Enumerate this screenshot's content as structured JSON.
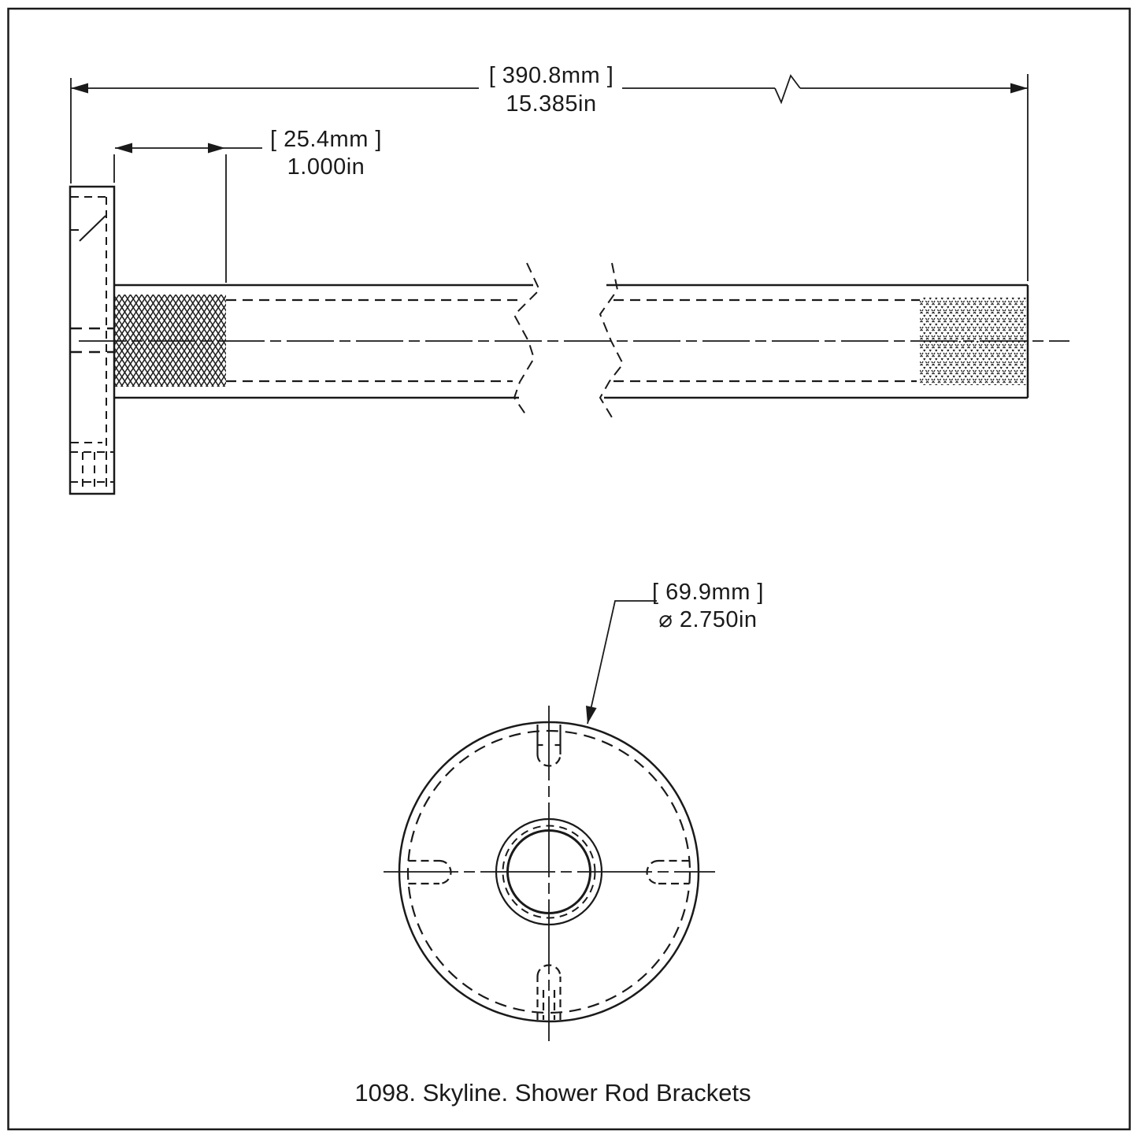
{
  "sheet": {
    "background": "#ffffff",
    "line_color": "#1a1a1a"
  },
  "caption": "1098. Skyline. Shower Rod Brackets",
  "dimensions": {
    "overall_length": {
      "metric": "[ 390.8mm ]",
      "imperial": "15.385in"
    },
    "thread_length": {
      "metric": "[ 25.4mm ]",
      "imperial": "1.000in"
    },
    "flange_diameter": {
      "metric": "[ 69.9mm ]",
      "imperial": "⌀ 2.750in"
    }
  }
}
